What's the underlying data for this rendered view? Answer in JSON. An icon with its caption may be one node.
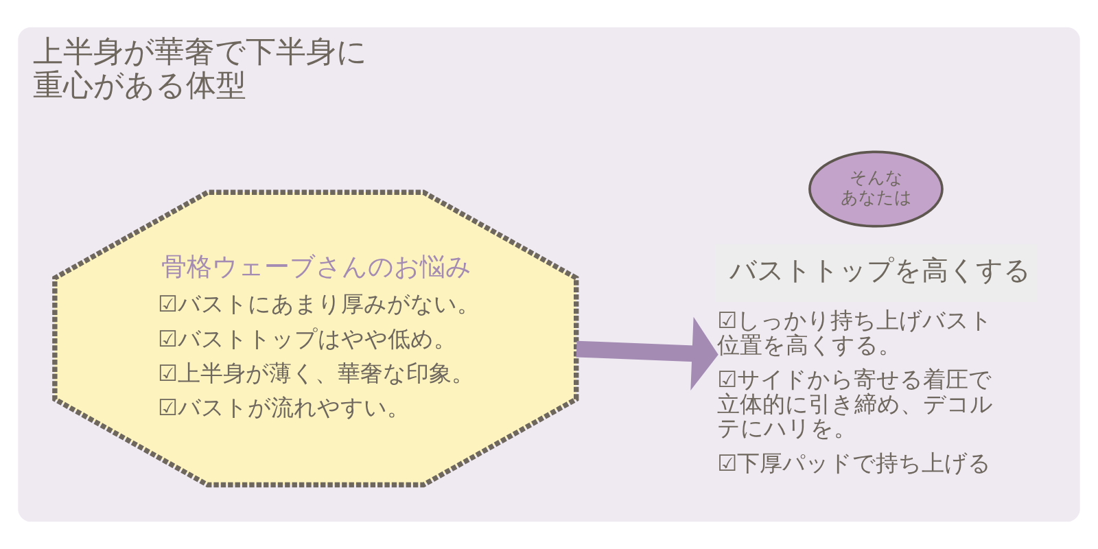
{
  "diagram": {
    "nodes": [
      {
        "text": [
          "上半身が華奢で下半身に重心がある体型"
        ]
      },
      {
        "text": [
          "骨格ウェーブさんのお悩み",
          "☑バストにあまり厚みがない。",
          "☑バストトップはやや低め。",
          "☑上半身が薄く、華奢な印象。",
          "☑バストが流れやすい。"
        ],
        "in": 0
      },
      {
        "text": [
          "そんなあなたは"
        ],
        "in": 0
      },
      {
        "text": [
          "バストトップを高くする",
          "☑しっかり持ち上げバスト位置を高くする。",
          "☑サイドから寄せる着圧で立体的に引き締め、デコルテにハリを。",
          "☑下厚パッドで持ち上げる"
        ],
        "in": 0
      }
    ],
    "edges": [
      {
        "from": 1,
        "to": 3,
        "arrow": "to",
        "color": "#a38bb3"
      }
    ]
  }
}
